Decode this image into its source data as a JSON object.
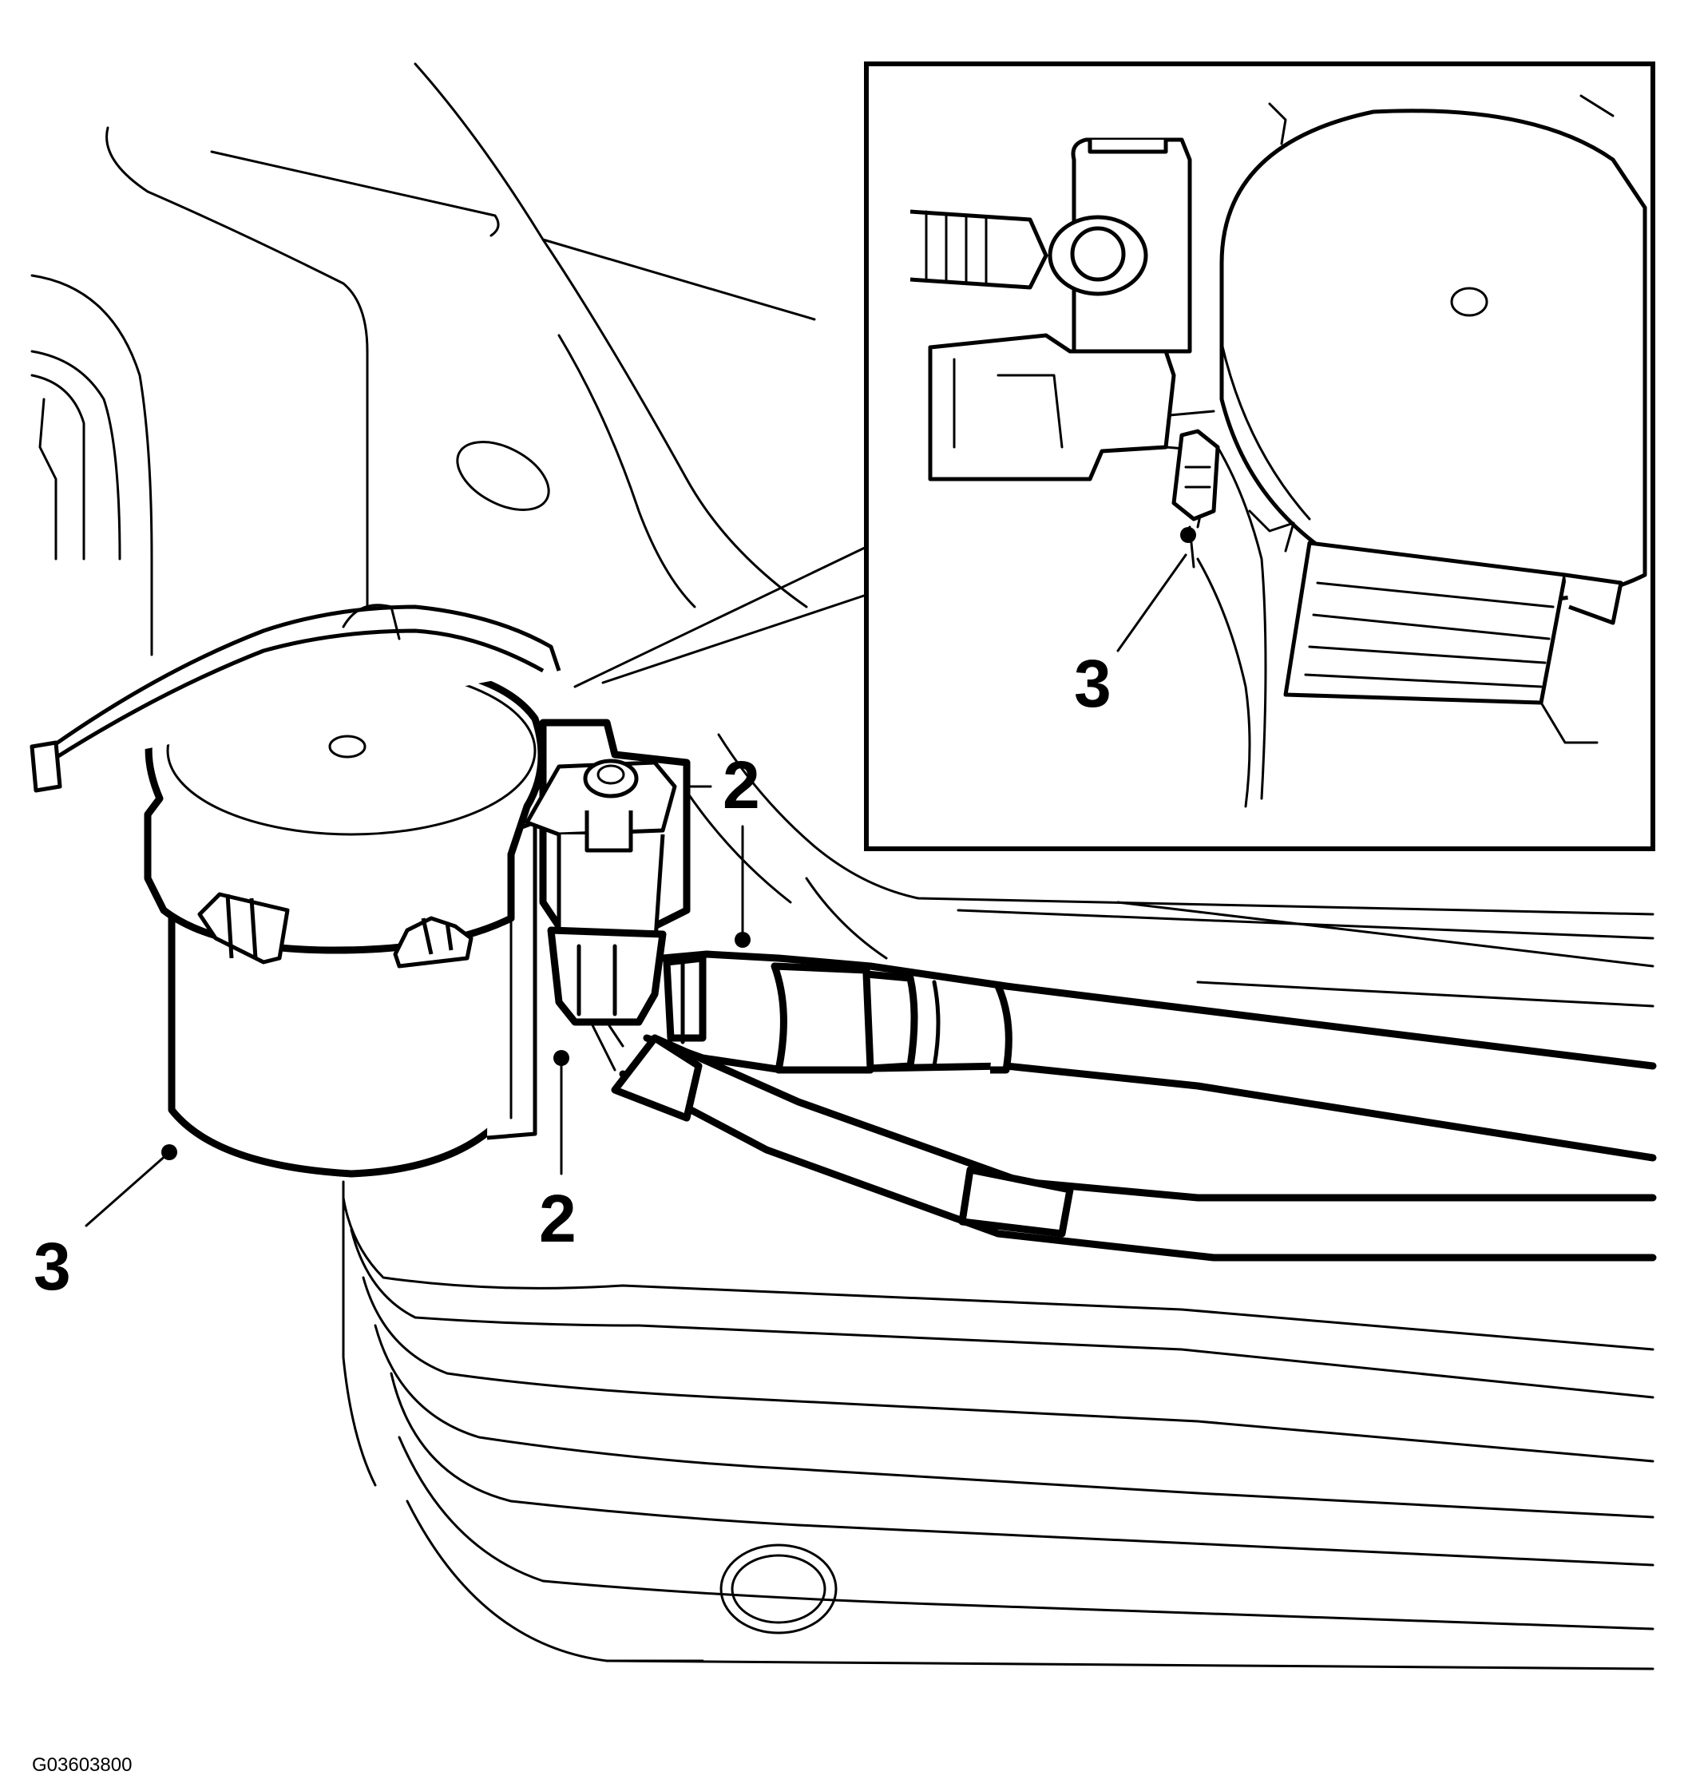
{
  "figure": {
    "code": "G03603800",
    "callouts": {
      "main_filter": "3",
      "connector_upper": "2",
      "connector_lower": "2",
      "inset_filter": "3"
    }
  },
  "colors": {
    "ink": "#000000",
    "paper": "#ffffff"
  }
}
